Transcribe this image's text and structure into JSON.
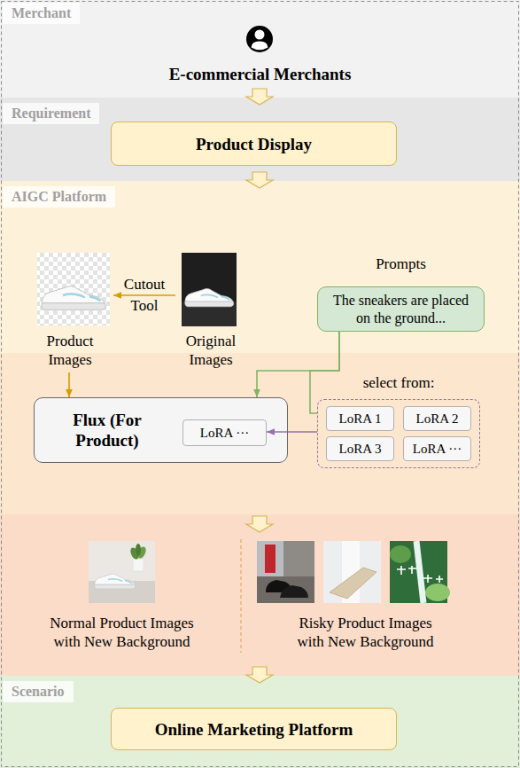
{
  "diagram": {
    "nodes": [
      {
        "text": [
          "Merchant",
          "E-commercial Merchants"
        ]
      },
      {
        "text": [
          "Requirement"
        ]
      },
      {
        "text": [
          "Product Display"
        ],
        "in": 1
      },
      {
        "text": [
          "AIGC Platform"
        ]
      },
      {
        "text": [
          "Product Images"
        ],
        "in": 3
      },
      {
        "text": [
          "Original Images"
        ],
        "in": 3
      },
      {
        "text": [
          "Prompts",
          "The sneakers are placed on the ground..."
        ],
        "in": 3
      },
      {
        "text": [
          "Flux (For Product)"
        ],
        "in": 3
      },
      {
        "text": [
          "LoRA ···"
        ],
        "in": 7
      },
      {
        "text": [
          "select from:"
        ],
        "in": 3
      },
      {
        "text": [
          "LoRA 1"
        ],
        "in": 9
      },
      {
        "text": [
          "LoRA 2"
        ],
        "in": 9
      },
      {
        "text": [
          "LoRA 3"
        ],
        "in": 9
      },
      {
        "text": [
          "LoRA ···"
        ],
        "in": 9
      },
      {
        "text": [
          "Normal Product Images with New Background"
        ],
        "in": 3
      },
      {
        "text": [
          "Risky Product Images with New Background"
        ],
        "in": 3
      },
      {
        "text": [
          "Scenario"
        ]
      },
      {
        "text": [
          "Online Marketing Platform"
        ],
        "in": 16
      }
    ],
    "edges": [
      {
        "from": 0,
        "to": 1,
        "arrow": "to"
      },
      {
        "from": 1,
        "to": 3,
        "arrow": "to"
      },
      {
        "from": 5,
        "to": 4,
        "label": "Cutout Tool",
        "arrow": "to"
      },
      {
        "from": 4,
        "to": 7,
        "arrow": "to"
      },
      {
        "from": 6,
        "to": 7,
        "arrow": "to"
      },
      {
        "from": 6,
        "to": 9,
        "arrow": "none"
      },
      {
        "from": 9,
        "to": 8,
        "arrow": "to"
      },
      {
        "from": 3,
        "to": 16,
        "arrow": "to"
      }
    ]
  }
}
